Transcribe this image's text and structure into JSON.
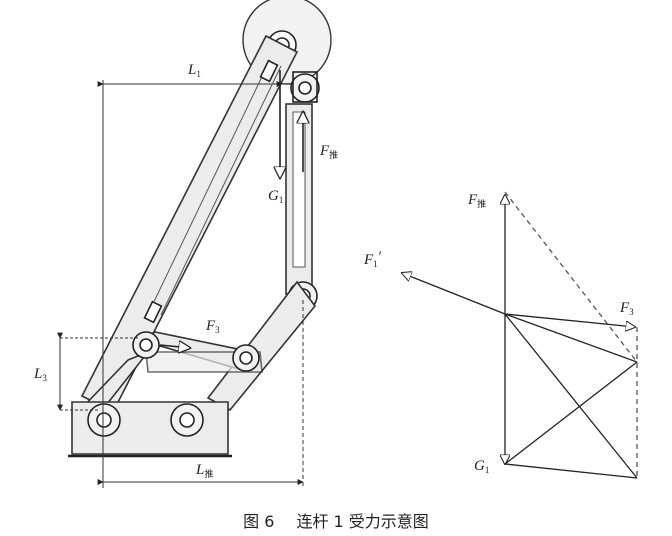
{
  "figure": {
    "labels": {
      "L1": {
        "main": "L",
        "sub": "1"
      },
      "L3": {
        "main": "L",
        "sub": "3"
      },
      "Lfoot": {
        "main": "L",
        "sub": "推"
      },
      "F3_left": {
        "main": "F",
        "sub": "3"
      },
      "G1_left": {
        "main": "G",
        "sub": "1"
      },
      "Fpush_left": {
        "main": "F",
        "sub": "推"
      },
      "Fpush_right": {
        "main": "F",
        "sub": "推"
      },
      "F1p": {
        "main": "F",
        "sub": "1",
        "prime": "′"
      },
      "F3_right": {
        "main": "F",
        "sub": "3"
      },
      "G1_right": {
        "main": "G",
        "sub": "1"
      }
    }
  },
  "caption": {
    "figure_number": "图 6",
    "title": "连杆 1 受力示意图"
  }
}
